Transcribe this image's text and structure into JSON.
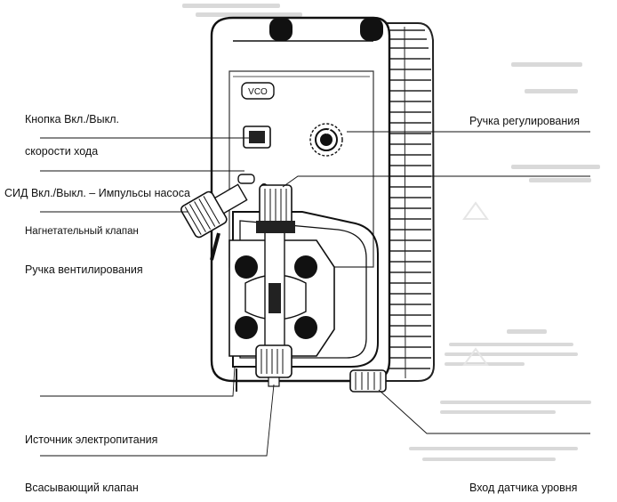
{
  "labels": {
    "on_off_button_line1": "Кнопка Вкл./Выкл.",
    "on_off_button_line2": "скорости хода",
    "led_pulses": "СИД Вкл./Выкл. – Импульсы насоса",
    "discharge_valve": "Нагнетательный клапан",
    "vent_knob": "Ручка вентилирования",
    "power_supply": "Источник электропитания",
    "suction_valve": "Всасывающий клапан",
    "adjust_knob": "Ручка регулирования",
    "level_sensor_input": "Вход датчика уровня"
  },
  "pump": {
    "model_badge": "VCO"
  }
}
